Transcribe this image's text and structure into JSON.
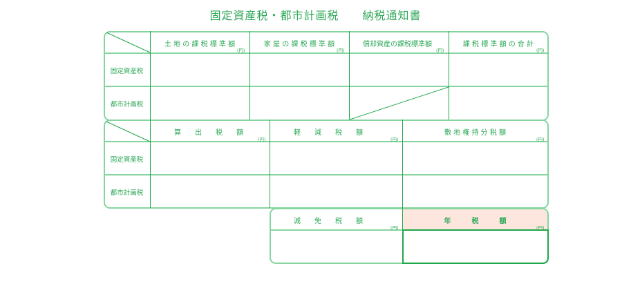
{
  "title": "固定資産税・都市計画税　　納税通知書",
  "colors": {
    "line": "#86d4a0",
    "line_dark": "#1fa84a",
    "text": "#2ea858",
    "highlight": "#fde6de"
  },
  "unit_label": "(円)",
  "table1": {
    "headers": [
      "土 地 の 課 税 標 準 額",
      "家 屋 の 課 税 標 準 額",
      "償却資産の課税標準額",
      "課 税 標 準 額 の 合 計"
    ],
    "rows": [
      {
        "label": "固定資産税",
        "values": [
          "",
          "",
          "",
          ""
        ]
      },
      {
        "label": "都市計画税",
        "values": [
          "",
          "",
          "",
          ""
        ]
      }
    ]
  },
  "table2": {
    "headers": [
      "算　　出　　税　　額",
      "軽　　減　　税　　額",
      "敷 地 権 持 分 税 額"
    ],
    "rows": [
      {
        "label": "固定資産税",
        "values": [
          "",
          "",
          ""
        ]
      },
      {
        "label": "都市計画税",
        "values": [
          "",
          "",
          ""
        ]
      }
    ]
  },
  "table3": {
    "headers": [
      "減　　免　　税　　額",
      "年　　　税　　　額"
    ],
    "values": [
      "",
      ""
    ]
  }
}
